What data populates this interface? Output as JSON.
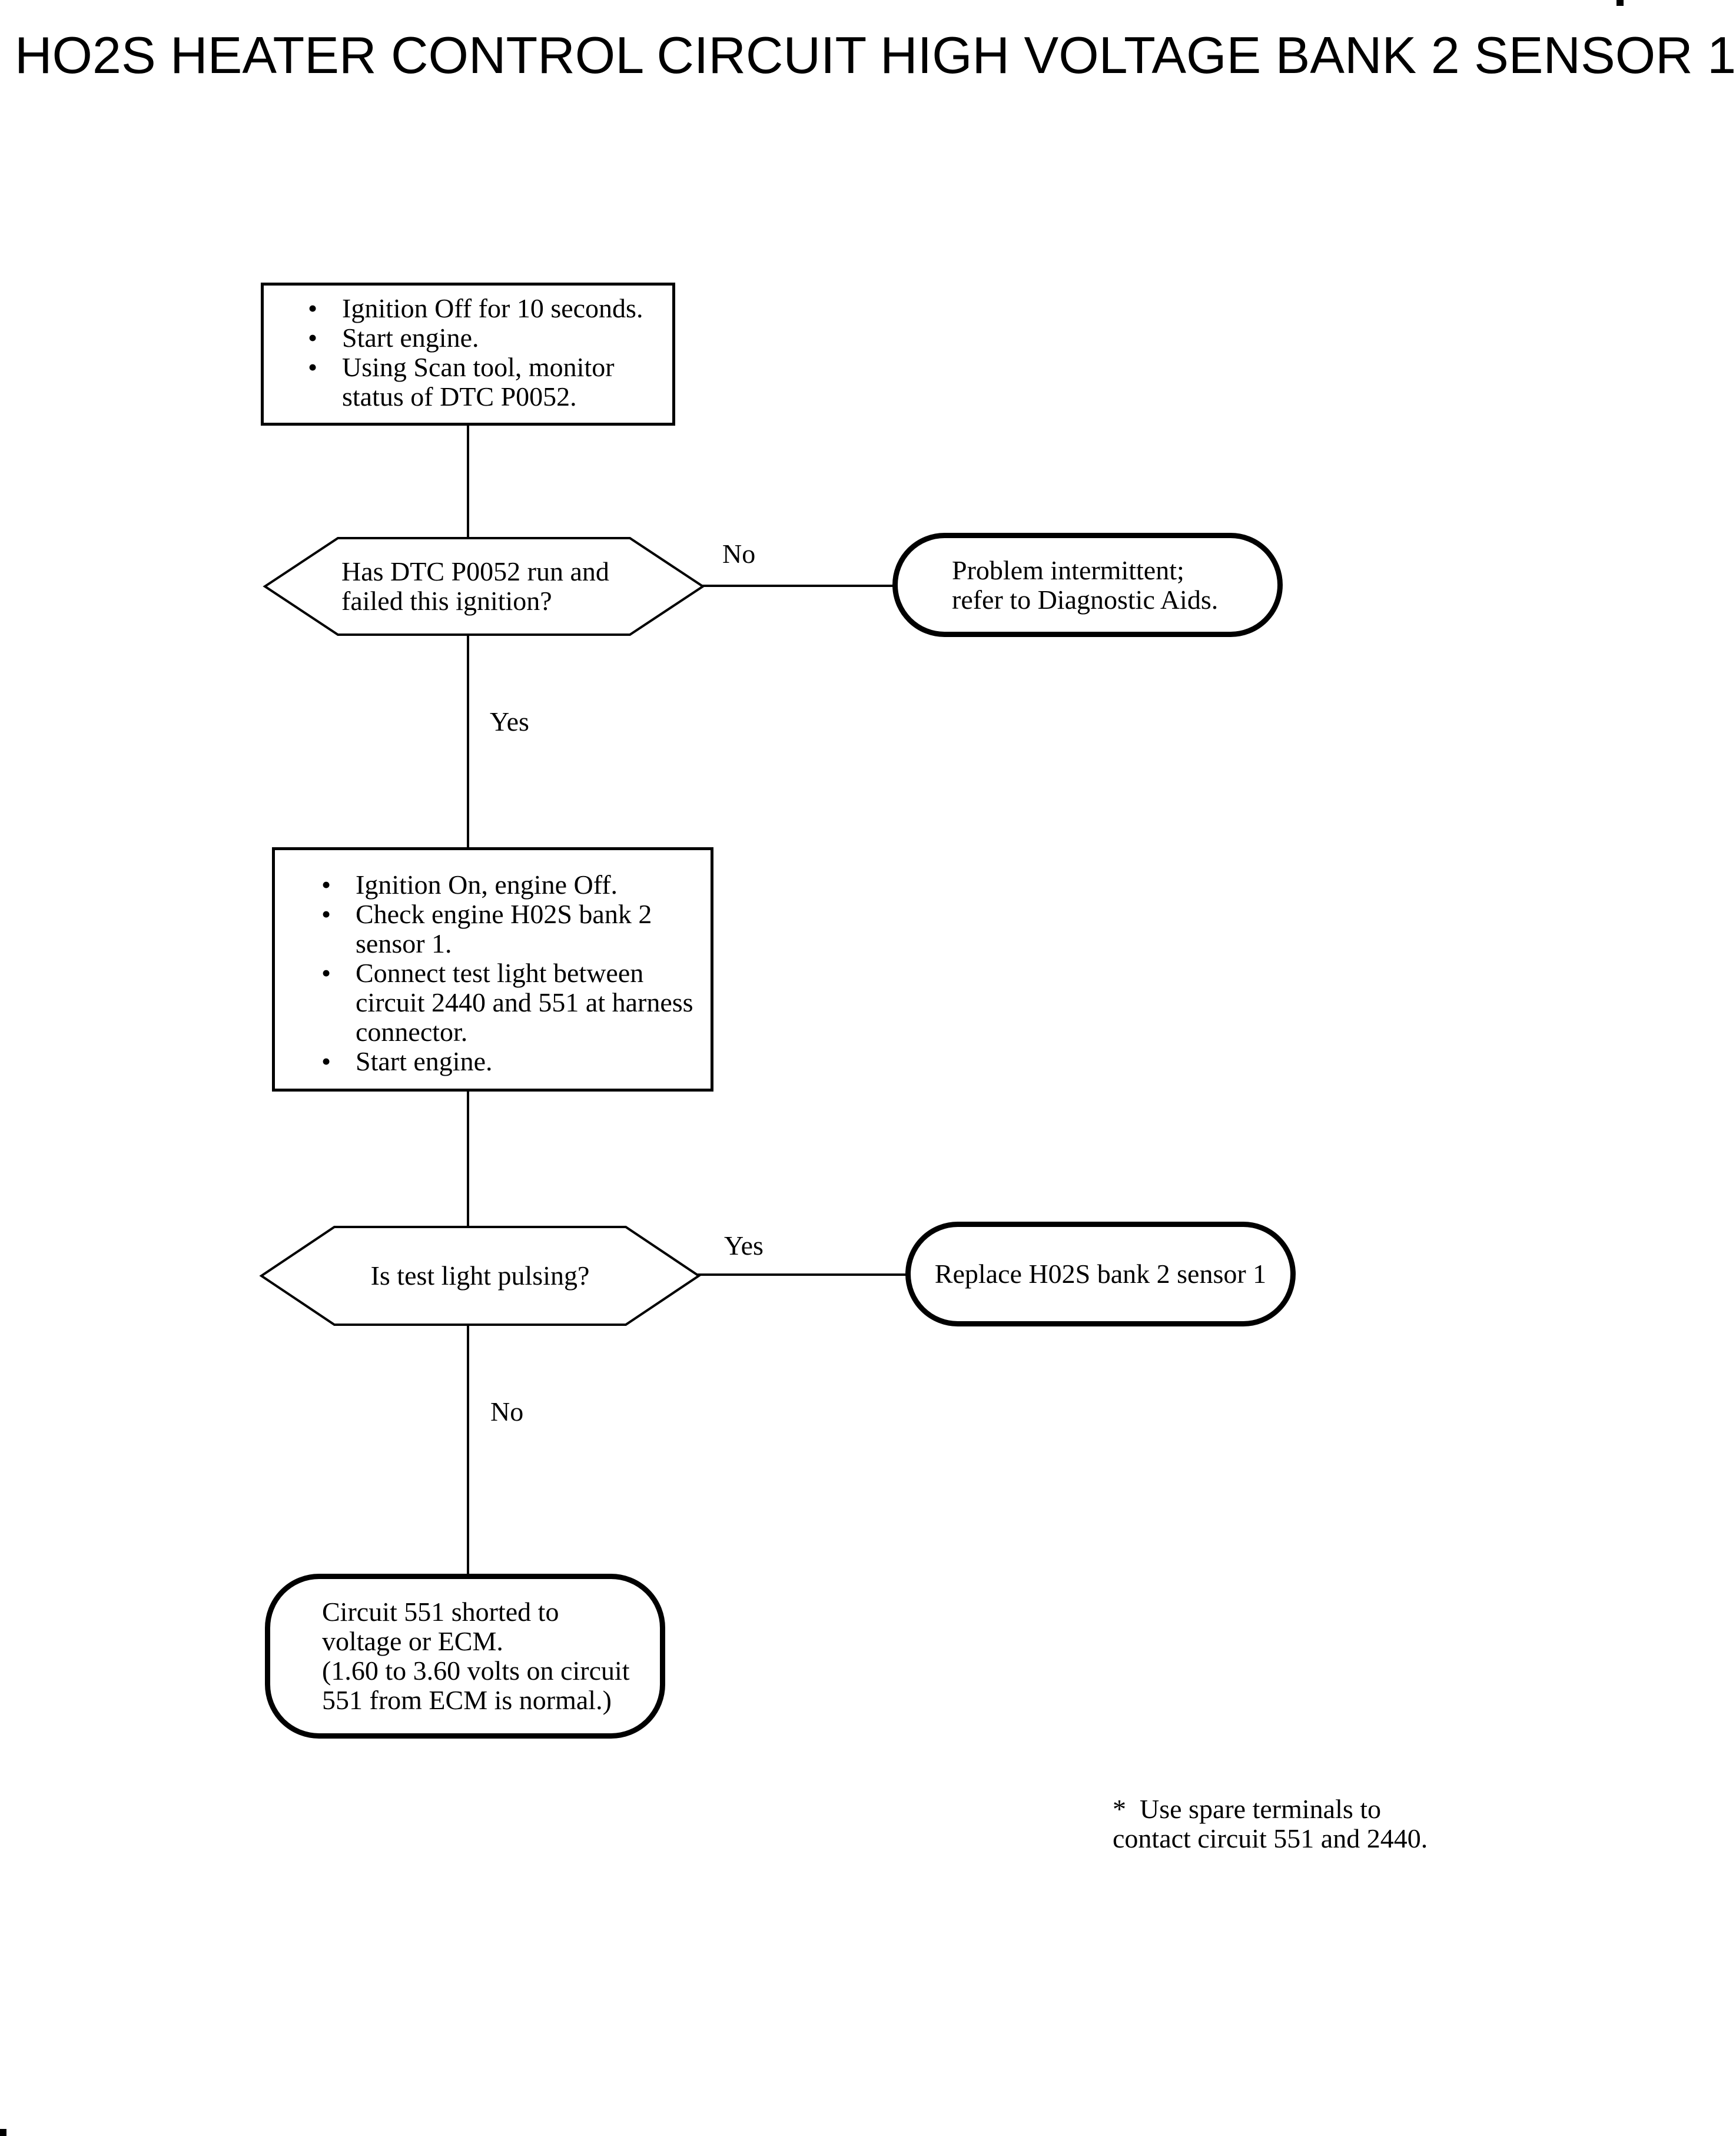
{
  "page": {
    "title": "HO2S HEATER CONTROL CIRCUIT HIGH VOLTAGE BANK 2 SENSOR 1",
    "ink_color": "#000000",
    "background_color": "#ffffff"
  },
  "glyphs": {
    "bullet": "•"
  },
  "flowchart": {
    "step1": {
      "type": "process",
      "bullets": [
        "Ignition Off for 10 seconds.",
        "Start engine.",
        "Using Scan tool, monitor\nstatus of DTC P0052."
      ]
    },
    "decision1": {
      "type": "decision",
      "question": "Has DTC P0052 run and\nfailed this ignition?",
      "no_label": "No",
      "yes_label": "Yes"
    },
    "outcome_intermittent": {
      "type": "terminal",
      "text": "Problem intermittent;\nrefer to Diagnostic Aids."
    },
    "step2": {
      "type": "process",
      "bullets": [
        "Ignition On, engine Off.",
        "Check engine H02S bank 2\nsensor 1.",
        "Connect test light between\ncircuit 2440 and 551 at harness\nconnector.",
        "Start engine."
      ]
    },
    "decision2": {
      "type": "decision",
      "question": "Is test light pulsing?",
      "yes_label": "Yes",
      "no_label": "No"
    },
    "outcome_replace": {
      "type": "terminal",
      "text": "Replace H02S bank 2 sensor 1"
    },
    "outcome_circuit": {
      "type": "terminal",
      "text": "Circuit 551 shorted to\nvoltage or ECM.\n(1.60 to 3.60 volts on circuit\n551 from ECM is normal.)"
    },
    "footnote": "*  Use spare terminals to\ncontact circuit 551 and 2440."
  }
}
